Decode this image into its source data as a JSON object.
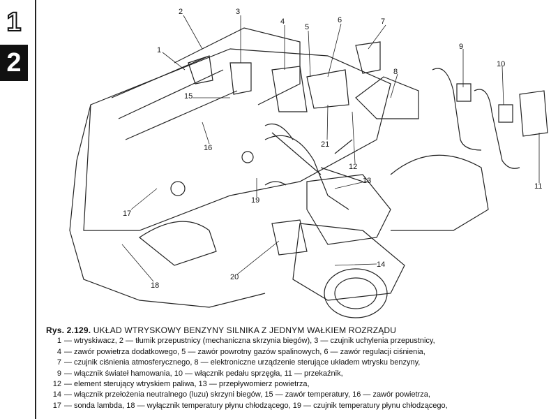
{
  "tabs": [
    "1",
    "2"
  ],
  "figure": {
    "callouts": [
      "1",
      "2",
      "3",
      "4",
      "5",
      "6",
      "7",
      "8",
      "9",
      "10",
      "11",
      "12",
      "13",
      "14",
      "15",
      "16",
      "17",
      "18",
      "19",
      "20",
      "21"
    ]
  },
  "caption": {
    "figure_number": "Rys. 2.129.",
    "title": "UKŁAD WTRYSKOWY BENZYNY SILNIKA Z JEDNYM WAŁKIEM ROZRZĄDU",
    "lines": [
      {
        "num": "1",
        "text": "— wtryskiwacz, 2 — tłumik przepustnicy (mechaniczna skrzynia biegów), 3 — czujnik uchylenia przepustnicy,"
      },
      {
        "num": "4",
        "text": "— zawór powietrza dodatkowego, 5 — zawór powrotny gazów spalinowych, 6 — zawór regulacji ciśnienia,"
      },
      {
        "num": "7",
        "text": "— czujnik ciśnienia atmosferycznego, 8 — elektroniczne urządzenie sterujące układem wtrysku benzyny,"
      },
      {
        "num": "9",
        "text": "— włącznik świateł hamowania, 10 — włącznik pedału sprzęgła, 11 — przekaźnik,"
      },
      {
        "num": "12",
        "text": "— element sterujący wtryskiem paliwa, 13 — przepływomierz powietrza,"
      },
      {
        "num": "14",
        "text": "— włącznik przełożenia neutralnego (luzu) skrzyni biegów, 15 — zawór temperatury, 16 — zawór powietrza,"
      },
      {
        "num": "17",
        "text": "— sonda lambda, 18 — wyłącznik temperatury płynu chłodzącego, 19 — czujnik temperatury płynu chłodzącego,"
      }
    ]
  }
}
